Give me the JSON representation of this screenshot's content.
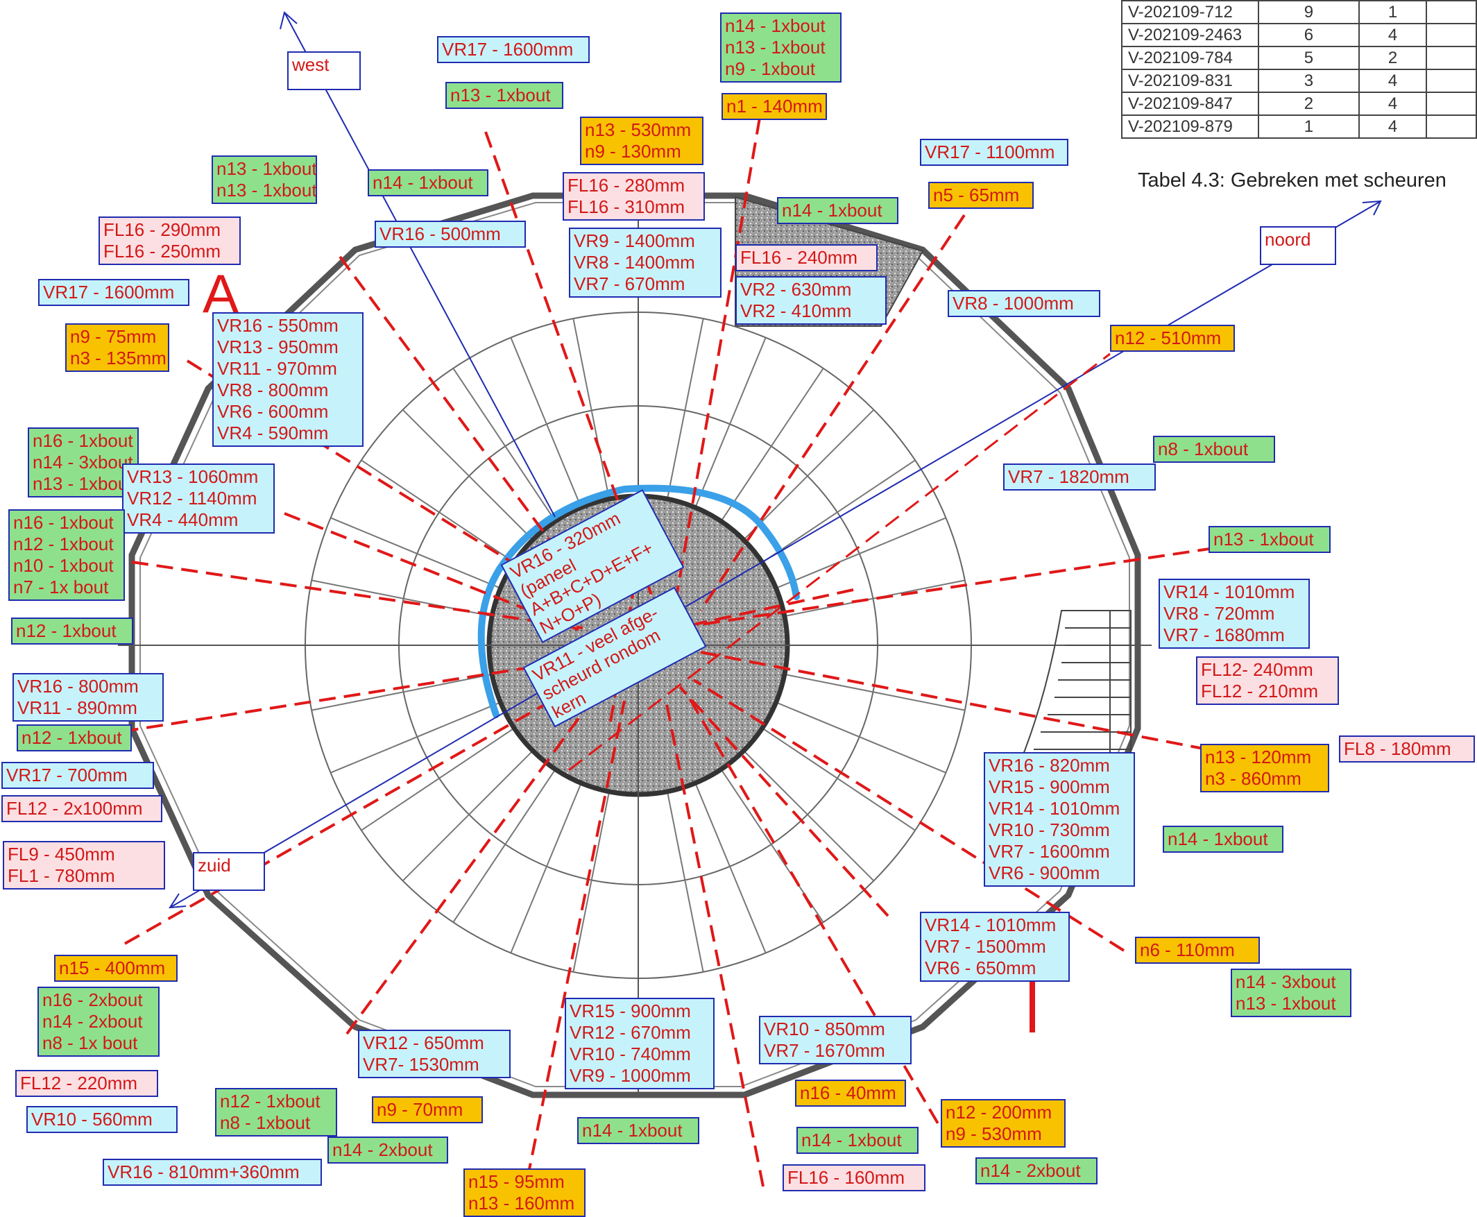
{
  "table": {
    "rows": [
      [
        "V-202109-712",
        "9",
        "1"
      ],
      [
        "V-202109-2463",
        "6",
        "4"
      ],
      [
        "V-202109-784",
        "5",
        "2"
      ],
      [
        "V-202109-831",
        "3",
        "4"
      ],
      [
        "V-202109-847",
        "2",
        "4"
      ],
      [
        "V-202109-879",
        "1",
        "4"
      ]
    ],
    "caption": "Tabel 4.3: Gebreken met scheuren"
  },
  "markers": {
    "a": "A",
    "i": "I"
  },
  "colors": {
    "label_border": "#1f2bb0",
    "label_text": "#d21818",
    "crack_line": "#e01818",
    "axis_line": "#1f2bb0",
    "highlight_arc": "#3aa0e8"
  },
  "directions": {
    "west": [
      "west"
    ],
    "noord": [
      "noord"
    ],
    "zuid": [
      "zuid"
    ]
  },
  "labels": {
    "vr17_1600_top": [
      "VR17 - 1600mm"
    ],
    "n14_n13_n9_top": [
      "n14 - 1xbout",
      "n13 - 1xbout",
      "n9 - 1xbout"
    ],
    "n13_1x_top": [
      "n13 - 1xbout"
    ],
    "n1_140": [
      "n1 - 140mm"
    ],
    "n13_530_n9_130": [
      "n13 - 530mm",
      "n9 - 130mm"
    ],
    "vr17_1100": [
      "VR17 - 1100mm"
    ],
    "n13_n13_nw": [
      "n13 - 1xbout",
      "n13 - 1xbout"
    ],
    "n14_1x_nw": [
      "n14 - 1xbout"
    ],
    "fl16_280_310": [
      "FL16 - 280mm",
      "FL16 - 310mm"
    ],
    "n5_65": [
      "n5 - 65mm"
    ],
    "fl16_290_250": [
      "FL16 - 290mm",
      "FL16 - 250mm"
    ],
    "vr16_500": [
      "VR16 - 500mm"
    ],
    "n14_1x_ne": [
      "n14 - 1xbout"
    ],
    "vr9_vr8_vr7": [
      "VR9 - 1400mm",
      "VR8 - 1400mm",
      "VR7 - 670mm"
    ],
    "fl16_240": [
      "FL16 - 240mm"
    ],
    "vr2_vr2": [
      "VR2 - 630mm",
      "VR2 - 410mm"
    ],
    "vr8_1000": [
      "VR8 - 1000mm"
    ],
    "vr17_1600_left": [
      "VR17 - 1600mm"
    ],
    "n9_75_n3_135": [
      "n9 - 75mm",
      "n3 - 135mm"
    ],
    "vr_stack_nw": [
      "VR16 - 550mm",
      "VR13 - 950mm",
      "VR11 - 970mm",
      "VR8 - 800mm",
      "VR6 - 600mm",
      "VR4 - 590mm"
    ],
    "n12_510": [
      "n12 - 510mm"
    ],
    "n16_n14_n13_w": [
      "n16 - 1xbout",
      "n14 - 3xbout",
      "n13 - 1xbout"
    ],
    "vr13_vr12_vr4": [
      "VR13 - 1060mm",
      "VR12 - 1140mm",
      "VR4 - 440mm"
    ],
    "n8_1x_e": [
      "n8 - 1xbout"
    ],
    "vr7_1820": [
      "VR7 - 1820mm"
    ],
    "n16_n12_n10_n7": [
      "n16 - 1xbout",
      "n12 - 1xbout",
      "n10 - 1xbout",
      "n7 - 1x bout"
    ],
    "n13_1x_e": [
      "n13 - 1xbout"
    ],
    "vr14_vr8_vr7_e": [
      "VR14 - 1010mm",
      "VR8 - 720mm",
      "VR7 - 1680mm"
    ],
    "n12_1x_w": [
      "n12 - 1xbout"
    ],
    "fl12_240_210": [
      "FL12- 240mm",
      "FL12 - 210mm"
    ],
    "vr16_vr11_w": [
      "VR16 - 800mm",
      "VR11 - 890mm"
    ],
    "n12_1x_w2": [
      "n12 - 1xbout"
    ],
    "n13_120_n3_860": [
      "n13 - 120mm",
      "n3 - 860mm"
    ],
    "fl8_180": [
      "FL8 - 180mm"
    ],
    "vr_stack_se": [
      "VR16 - 820mm",
      "VR15 - 900mm",
      "VR14 - 1010mm",
      "VR10 - 730mm",
      "VR7 - 1600mm",
      "VR6 - 900mm"
    ],
    "vr17_700": [
      "VR17 - 700mm"
    ],
    "fl12_2x100": [
      "FL12 - 2x100mm"
    ],
    "n14_1x_se": [
      "n14 - 1xbout"
    ],
    "fl9_fl1": [
      "FL9 - 450mm",
      "FL1 - 780mm"
    ],
    "vr14_vr7_vr6_se": [
      "VR14 - 1010mm",
      "VR7 - 1500mm",
      "VR6 - 650mm"
    ],
    "n6_110": [
      "n6 - 110mm"
    ],
    "n15_400": [
      "n15 - 400mm"
    ],
    "n14_n13_se": [
      "n14 - 3xbout",
      "n13 - 1xbout"
    ],
    "n16_n14_n8_sw": [
      "n16 - 2xbout",
      "n14 - 2xbout",
      "n8 - 1x bout"
    ],
    "vr15_vr12_vr10_vr9": [
      "VR15 - 900mm",
      "VR12 - 670mm",
      "VR10 - 740mm",
      "VR9 - 1000mm"
    ],
    "vr10_vr7_s": [
      "VR10 - 850mm",
      "VR7 - 1670mm"
    ],
    "vr12_vr7_sw": [
      "VR12 - 650mm",
      "VR7- 1530mm"
    ],
    "fl12_220": [
      "FL12 - 220mm"
    ],
    "n16_40": [
      "n16 - 40mm"
    ],
    "n12_n8_sw": [
      "n12 - 1xbout",
      "n8 - 1xbout"
    ],
    "n9_70": [
      "n9 - 70mm"
    ],
    "n12_200_n9_530": [
      "n12 - 200mm",
      "n9 - 530mm"
    ],
    "vr10_560": [
      "VR10 - 560mm"
    ],
    "n14_1x_s": [
      "n14 - 1xbout"
    ],
    "n14_1x_s2": [
      "n14 - 1xbout"
    ],
    "n14_2x_sw": [
      "n14 - 2xbout"
    ],
    "vr16_810": [
      "VR16 - 810mm+360mm"
    ],
    "n15_95": [
      "n15 - 95mm",
      "n13 - 160mm"
    ],
    "fl16_160": [
      "FL16 - 160mm"
    ],
    "n14_2x_s": [
      "n14 - 2xbout"
    ]
  },
  "center_notes": {
    "vr16_320": [
      "VR16 - 320mm",
      "(paneel",
      "A+B+C+D+E+F+",
      "N+O+P)"
    ],
    "vr11_kern": [
      "VR11 - veel afge-",
      "scheurd rondom",
      "kern"
    ]
  }
}
